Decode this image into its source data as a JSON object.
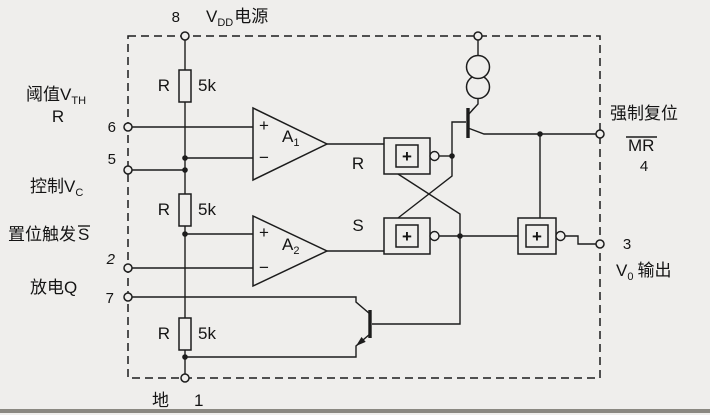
{
  "top": {
    "pin8_num": "8",
    "vdd_v": "V",
    "vdd_sub": "DD",
    "vdd_rest": "电源"
  },
  "left": {
    "threshold_label": "阈值",
    "threshold_v": "V",
    "threshold_sub": "TH",
    "threshold_r": "R",
    "pin6_num": "6",
    "pin5_num": "5",
    "control_label": "控制",
    "control_v": "V",
    "control_sub": "C",
    "trigger_label": "置位触发",
    "trigger_s": "S",
    "pin2_num": "2",
    "discharge_label": "放电Q",
    "pin7_num": "7"
  },
  "bottom": {
    "gnd_label": "地",
    "pin1_num": "1"
  },
  "right": {
    "reset_label": "强制复位",
    "reset_mr": "MR",
    "pin4_num": "4",
    "pin3_num": "3",
    "vout_v": "V",
    "vout_sub": "0",
    "vout_rest": "输出"
  },
  "components": {
    "resistors": [
      {
        "name": "R",
        "value": "5k"
      },
      {
        "name": "R",
        "value": "5k"
      },
      {
        "name": "R",
        "value": "5k"
      }
    ],
    "comp1": {
      "plus": "+",
      "minus": "−",
      "name": "A",
      "sub": "1"
    },
    "comp2": {
      "plus": "+",
      "minus": "−",
      "name": "A",
      "sub": "2"
    },
    "latch": {
      "r_label": "R",
      "s_label": "S",
      "gate1_symbol": "+",
      "gate2_symbol": "+"
    },
    "output_gate": {
      "symbol": "+"
    }
  }
}
